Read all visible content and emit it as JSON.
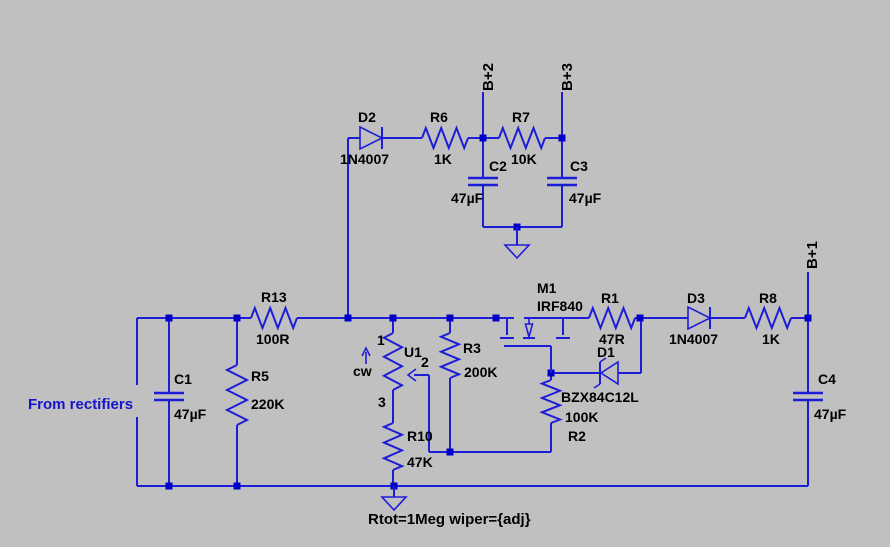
{
  "canvas": {
    "kind": "circuit-schematic",
    "background": "#c0c0c0"
  },
  "colors": {
    "wire": "#1d1dd8",
    "junction": "#0000c8",
    "text": "#000000",
    "net_label": "#1414cc"
  },
  "ports": {
    "b1": "B+1",
    "b2": "B+2",
    "b3": "B+3"
  },
  "source_label": "From rectifiers",
  "pot_note": "Rtot=1Meg wiper={adj}",
  "components": {
    "C1": {
      "ref": "C1",
      "value": "47µF"
    },
    "R5": {
      "ref": "R5",
      "value": "220K"
    },
    "R13": {
      "ref": "R13",
      "value": "100R"
    },
    "D2": {
      "ref": "D2",
      "value": "1N4007"
    },
    "R6": {
      "ref": "R6",
      "value": "1K"
    },
    "R7": {
      "ref": "R7",
      "value": "10K"
    },
    "C2": {
      "ref": "C2",
      "value": "47µF"
    },
    "C3": {
      "ref": "C3",
      "value": "47µF"
    },
    "U1": {
      "ref": "U1",
      "pin1": "1",
      "pin2": "2",
      "pin3": "3",
      "cw": "cw"
    },
    "R3": {
      "ref": "R3",
      "value": "200K"
    },
    "R10": {
      "ref": "R10",
      "value": "47K"
    },
    "M1": {
      "ref": "M1",
      "value": "IRF840"
    },
    "D1": {
      "ref": "D1",
      "value": "BZX84C12L"
    },
    "R2": {
      "ref": "R2",
      "value": "100K"
    },
    "R1": {
      "ref": "R1",
      "value": "47R"
    },
    "D3": {
      "ref": "D3",
      "value": "1N4007"
    },
    "R8": {
      "ref": "R8",
      "value": "1K"
    },
    "C4": {
      "ref": "C4",
      "value": "47µF"
    }
  }
}
